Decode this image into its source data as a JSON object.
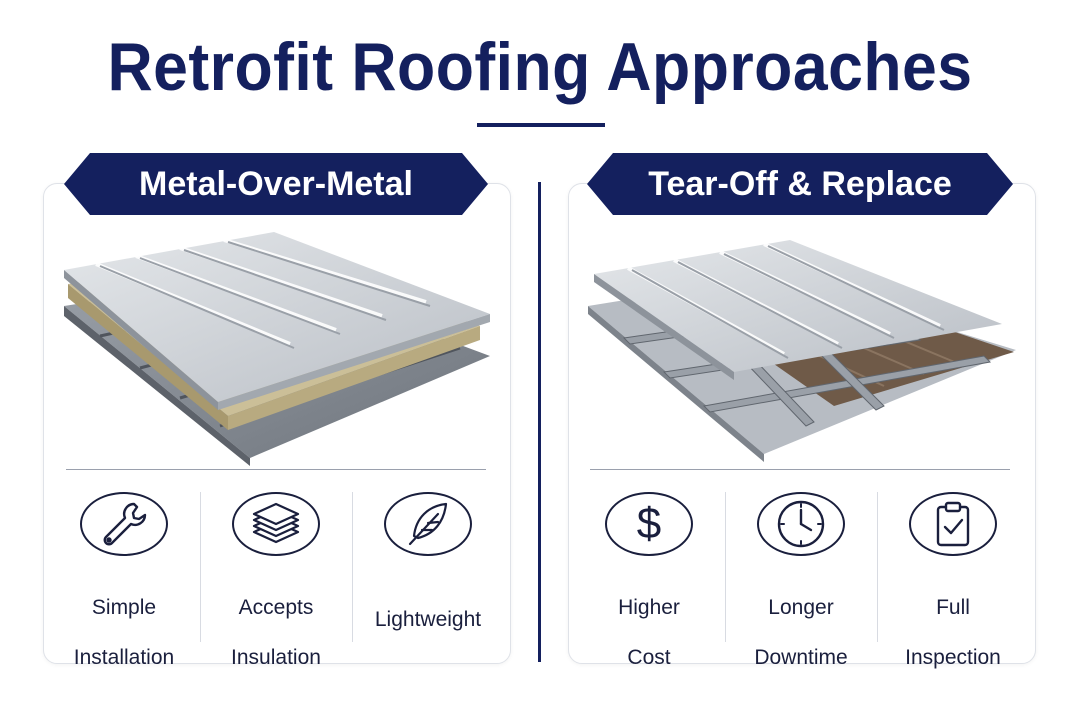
{
  "title": "Retrofit Roofing Approaches",
  "panels": [
    {
      "heading": "Metal-Over-Metal",
      "features": [
        {
          "icon": "wrench-icon",
          "line1": "Simple",
          "line2": "Installation"
        },
        {
          "icon": "insulation-layers-icon",
          "line1": "Accepts",
          "line2": "Insulation"
        },
        {
          "icon": "feather-icon",
          "line1": "Lightweight",
          "line2": ""
        }
      ]
    },
    {
      "heading": "Tear-Off & Replace",
      "features": [
        {
          "icon": "dollar-icon",
          "line1": "Higher",
          "line2": "Cost"
        },
        {
          "icon": "clock-icon",
          "line1": "Longer",
          "line2": "Downtime"
        },
        {
          "icon": "clipboard-check-icon",
          "line1": "Full",
          "line2": "Inspection"
        }
      ]
    }
  ],
  "colors": {
    "navy": "#14205e",
    "metal": "#c9ced4",
    "insulation": "#cbbf98"
  }
}
